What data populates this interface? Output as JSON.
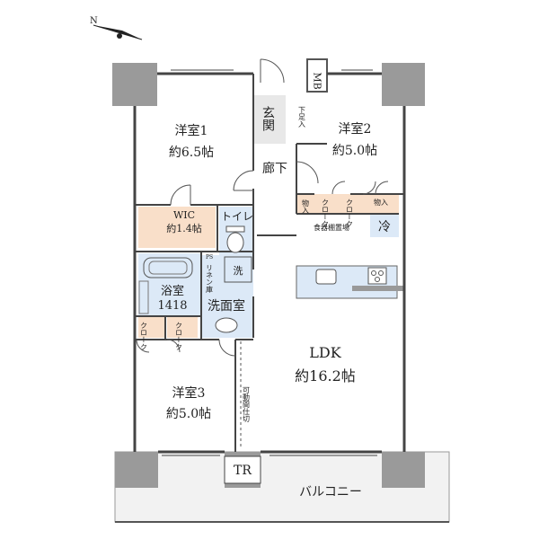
{
  "compass": {
    "label": "N"
  },
  "rooms": {
    "western1": {
      "name": "洋室1",
      "size": "約6.5帖"
    },
    "western2": {
      "name": "洋室2",
      "size": "約5.0帖"
    },
    "western3": {
      "name": "洋室3",
      "size": "約5.0帖"
    },
    "wic": {
      "name": "WIC",
      "size": "約1.4帖"
    },
    "toilet": {
      "name": "トイレ"
    },
    "bath": {
      "name": "浴室",
      "size": "1418"
    },
    "washroom": {
      "name": "洗面室"
    },
    "ldk": {
      "name": "LDK",
      "size": "約16.2帖"
    },
    "entrance": {
      "name": "玄関"
    },
    "corridor": {
      "name": "廊下"
    },
    "balcony": {
      "name": "バルコニー"
    }
  },
  "labels": {
    "mb": "MB",
    "shoe": "下足入",
    "storage": "物入",
    "closet": "クローク",
    "pantry": "食器棚置場",
    "fridge": "冷",
    "linen": "リネン庫",
    "ps": "PS",
    "washer": "洗",
    "partition": "可動間仕切",
    "tr": "TR"
  },
  "colors": {
    "wall": "#9a9a9a",
    "wic_fill": "#f9dfc9",
    "water_fill": "#dce9f7",
    "entrance_fill": "#e8e8e8",
    "line": "#444444"
  }
}
